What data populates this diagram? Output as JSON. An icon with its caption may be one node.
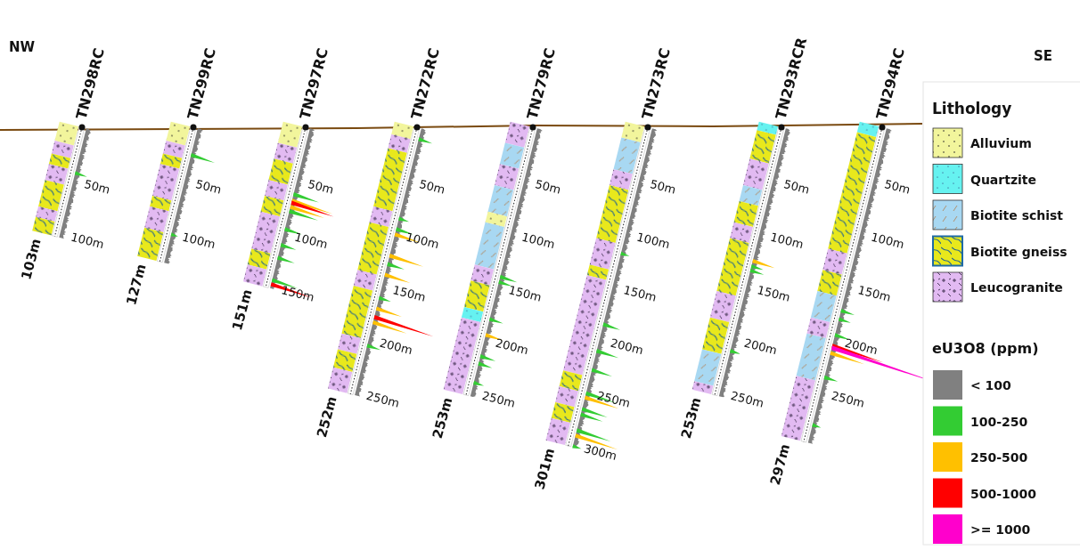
{
  "diagram": {
    "nodes": [
      {
        "text": [
          "TN298RC"
        ],
        "beside": [
          "103m"
        ]
      },
      {
        "text": [
          "TN299RC"
        ],
        "beside": [
          "127m"
        ]
      },
      {
        "text": [
          "TN297RC"
        ],
        "beside": [
          "151m"
        ]
      },
      {
        "text": [
          "TN272RC"
        ],
        "beside": [
          "252m"
        ]
      },
      {
        "text": [
          "TN279RC"
        ],
        "beside": [
          "253m"
        ]
      },
      {
        "text": [
          "TN273RC"
        ],
        "beside": [
          "301m"
        ]
      },
      {
        "text": [
          "TN293RCR"
        ],
        "beside": [
          "253m"
        ]
      },
      {
        "text": [
          "TN294RC"
        ],
        "beside": [
          "297m"
        ]
      }
    ],
    "labels": [
      "NW",
      "SE",
      "Lithology",
      "eU3O8 (ppm)",
      "50m",
      "100m",
      "50m",
      "100m",
      "50m",
      "100m",
      "150m",
      "50m",
      "100m",
      "150m",
      "200m",
      "250m",
      "50m",
      "100m",
      "150m",
      "200m",
      "250m",
      "50m",
      "100m",
      "150m",
      "200m",
      "250m",
      "300m",
      "50m",
      "100m",
      "150m",
      "200m",
      "250m",
      "50m",
      "100m",
      "150m",
      "200m",
      "250m"
    ],
    "legend": [
      {
        "text": "Alluvium"
      },
      {
        "text": "Quartzite"
      },
      {
        "text": "Biotite schist"
      },
      {
        "text": "Biotite gneiss"
      },
      {
        "text": "Leucogranite"
      },
      {
        "text": "< 100",
        "color": "#808080"
      },
      {
        "text": "100-250",
        "color": "#33cc33"
      },
      {
        "text": "250-500",
        "color": "#ffc000"
      },
      {
        "text": "500-1000",
        "color": "#ff0000"
      },
      {
        "text": ">= 1000",
        "color": "#ff00cc"
      }
    ]
  }
}
